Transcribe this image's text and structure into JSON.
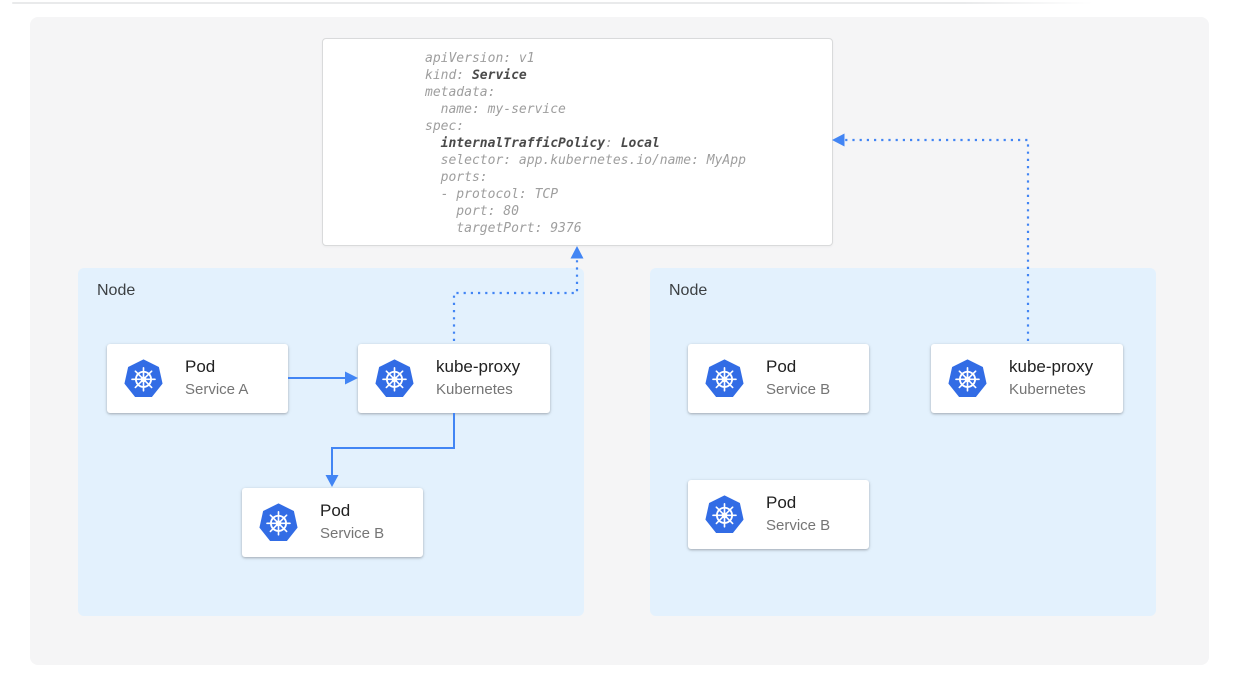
{
  "colors": {
    "arrow": "#4285f4",
    "k8s_blue": "#326ce5",
    "node_bg": "#e3f1fd",
    "panel_bg": "#f5f5f6",
    "yaml_fg": "#9e9e9e",
    "yaml_bold": "#4a4a4a"
  },
  "yaml_card": {
    "lines": [
      [
        {
          "t": "apiVersion: v1",
          "b": false
        }
      ],
      [
        {
          "t": "kind: ",
          "b": false
        },
        {
          "t": "Service",
          "b": true
        }
      ],
      [
        {
          "t": "metadata:",
          "b": false
        }
      ],
      [
        {
          "t": "  name: my-service",
          "b": false
        }
      ],
      [
        {
          "t": "spec:",
          "b": false
        }
      ],
      [
        {
          "t": "  ",
          "b": false
        },
        {
          "t": "internalTrafficPolicy",
          "b": true
        },
        {
          "t": ": ",
          "b": false
        },
        {
          "t": "Local",
          "b": true
        }
      ],
      [
        {
          "t": "  selector: app.kubernetes.io/name: MyApp",
          "b": false
        }
      ],
      [
        {
          "t": "  ports:",
          "b": false
        }
      ],
      [
        {
          "t": "  - protocol: TCP",
          "b": false
        }
      ],
      [
        {
          "t": "    port: 80",
          "b": false
        }
      ],
      [
        {
          "t": "    targetPort: 9376",
          "b": false
        }
      ]
    ]
  },
  "nodes": [
    {
      "label": "Node",
      "cards": [
        {
          "title": "Pod",
          "subtitle": "Service A"
        },
        {
          "title": "kube-proxy",
          "subtitle": "Kubernetes"
        },
        {
          "title": "Pod",
          "subtitle": "Service B"
        }
      ]
    },
    {
      "label": "Node",
      "cards": [
        {
          "title": "Pod",
          "subtitle": "Service B"
        },
        {
          "title": "kube-proxy",
          "subtitle": "Kubernetes"
        },
        {
          "title": "Pod",
          "subtitle": "Service B"
        }
      ]
    }
  ]
}
